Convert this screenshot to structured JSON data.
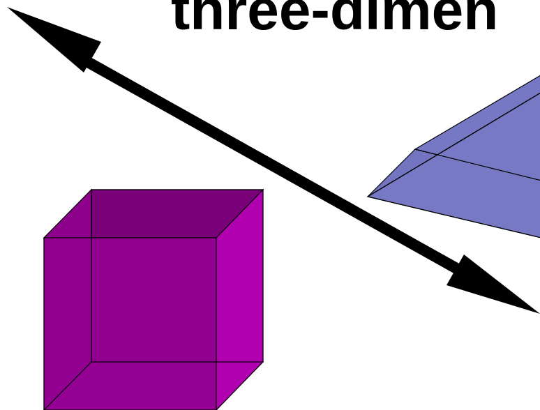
{
  "title": "three-dimen",
  "colors": {
    "background": "#ffffff",
    "cube_back_face": "#8a008a",
    "cube_top_face": "#7a007a",
    "cube_right_face": "#b000b0",
    "cube_front_face": "#930093",
    "cube_bottom_face": "#960096",
    "pyramid_face": "#7778c4",
    "pyramid_lower_face": "#6f70bd",
    "arrow": "#000000",
    "edge": "#000000"
  },
  "shapes": [
    {
      "name": "cube",
      "icon": "cube-icon"
    },
    {
      "name": "pyramid",
      "icon": "pyramid-icon"
    },
    {
      "name": "double-headed-arrow",
      "icon": "double-arrow-icon"
    }
  ]
}
